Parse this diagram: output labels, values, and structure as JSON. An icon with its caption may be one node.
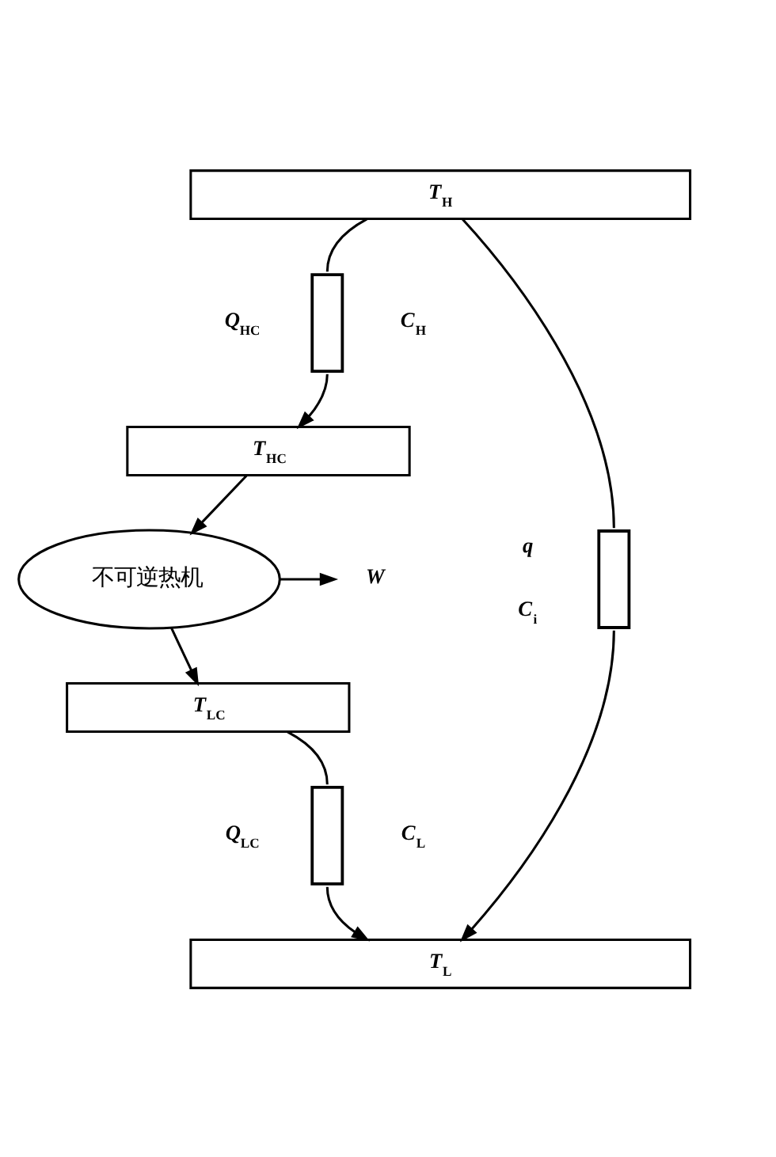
{
  "diagram": {
    "nodes": [
      {
        "text": [
          "T$_{H}$"
        ]
      },
      {
        "text": [],
        "shape": "box",
        "beside": [
          "Q$_{HC}$",
          "C$_{H}$"
        ]
      },
      {
        "text": [
          "T$_{HC}$"
        ]
      },
      {
        "text": [
          "不可逆热机"
        ]
      },
      {
        "text": [
          "W"
        ]
      },
      {
        "text": [
          "T$_{LC}$"
        ]
      },
      {
        "text": [],
        "shape": "box",
        "beside": [
          "Q$_{LC}$",
          "C$_{L}$"
        ]
      },
      {
        "text": [],
        "shape": "box",
        "beside": [
          "q",
          "C$_{i}$"
        ]
      },
      {
        "text": [
          "T$_{L}$"
        ]
      }
    ],
    "edges": [
      {
        "from": 0,
        "to": 1,
        "arrow": "none"
      },
      {
        "from": 1,
        "to": 2,
        "arrow": "to"
      },
      {
        "from": 2,
        "to": 3,
        "arrow": "to"
      },
      {
        "from": 3,
        "to": 4,
        "arrow": "to"
      },
      {
        "from": 3,
        "to": 5,
        "arrow": "to"
      },
      {
        "from": 5,
        "to": 6,
        "arrow": "none"
      },
      {
        "from": 6,
        "to": 8,
        "arrow": "to"
      },
      {
        "from": 0,
        "to": 7,
        "arrow": "none"
      },
      {
        "from": 7,
        "to": 8,
        "arrow": "to"
      }
    ]
  }
}
